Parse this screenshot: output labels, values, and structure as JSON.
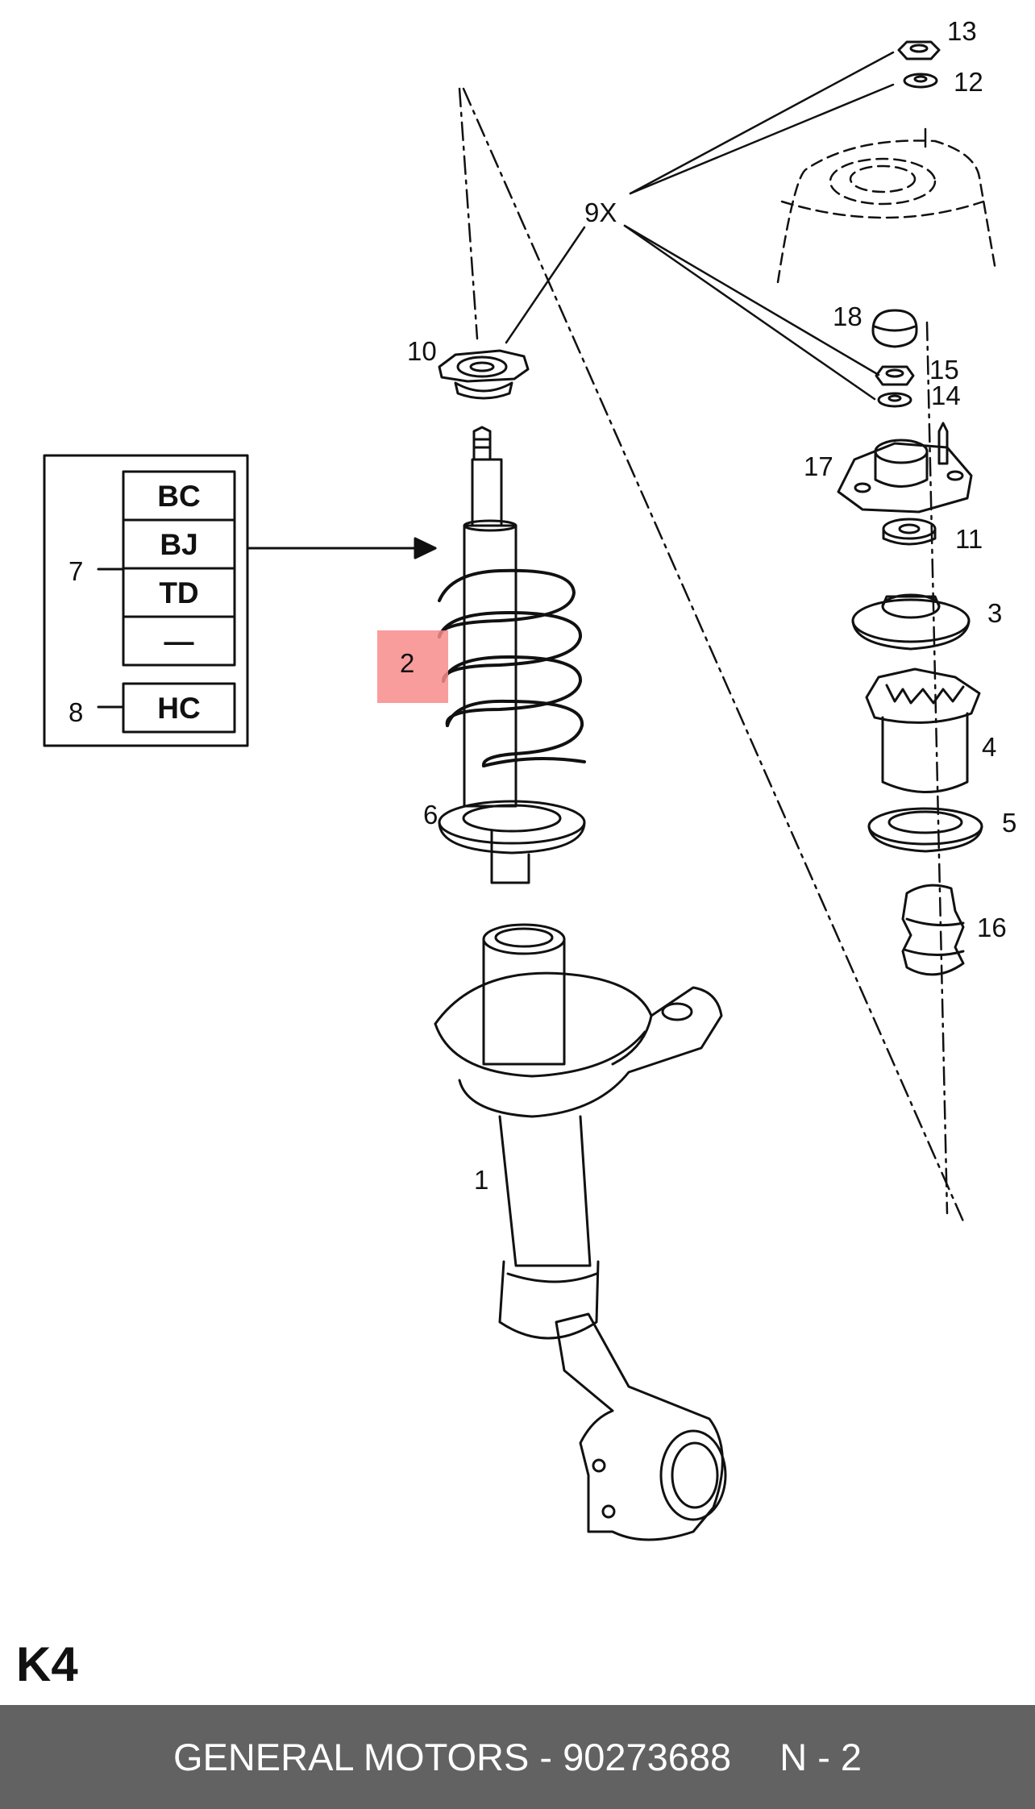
{
  "diagram": {
    "callouts": {
      "c1": "1",
      "c2": "2",
      "c3": "3",
      "c4": "4",
      "c5": "5",
      "c6": "6",
      "c7": "7",
      "c8": "8",
      "c9x": "9X",
      "c10": "10",
      "c11": "11",
      "c12": "12",
      "c13": "13",
      "c14": "14",
      "c15": "15",
      "c16": "16",
      "c17": "17",
      "c18": "18"
    },
    "spring_codes": [
      "BC",
      "BJ",
      "TD",
      "—"
    ],
    "seat_code": "HC",
    "highlight_color": "#f88b8b"
  },
  "page_code": "K4",
  "footer": {
    "manufacturer": "GENERAL MOTORS",
    "separator": " - ",
    "part_number": "90273688",
    "item": "N - 2",
    "background": "#626262"
  }
}
